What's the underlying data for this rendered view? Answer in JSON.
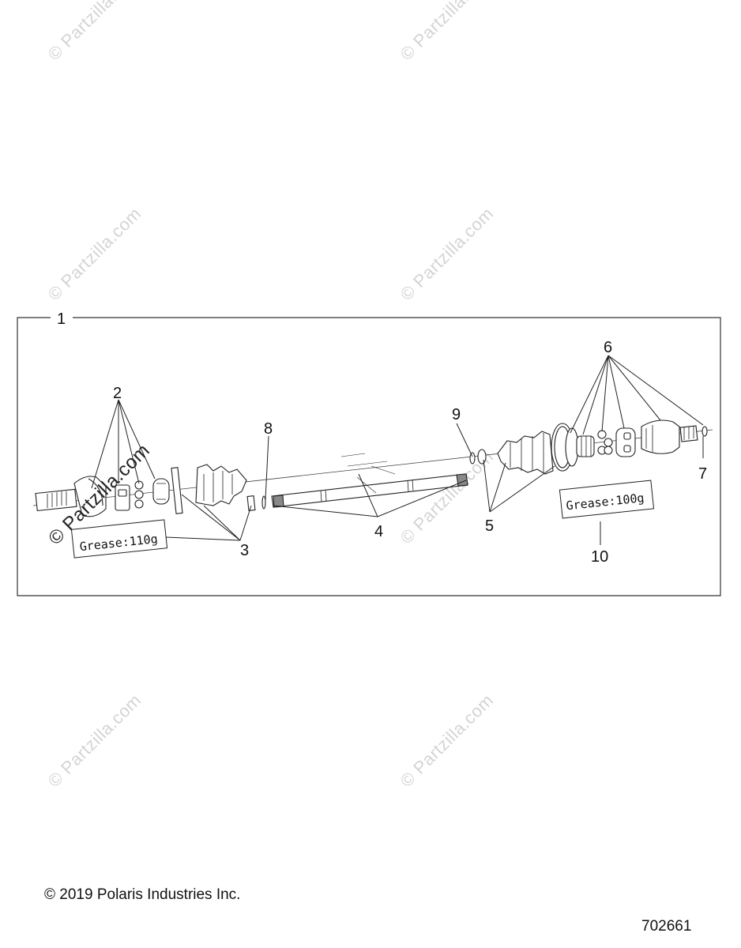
{
  "watermarks": {
    "text": "© Partzilla.com",
    "prominent_text": "© Partzilla.com"
  },
  "callouts": {
    "c1": "1",
    "c2": "2",
    "c3": "3",
    "c4": "4",
    "c5": "5",
    "c6": "6",
    "c7": "7",
    "c8": "8",
    "c9": "9",
    "c10": "10"
  },
  "grease_labels": {
    "left": "Grease:110g",
    "right": "Grease:100g"
  },
  "footer": {
    "copyright": "© 2019 Polaris Industries Inc.",
    "diagram_number": "702661"
  }
}
